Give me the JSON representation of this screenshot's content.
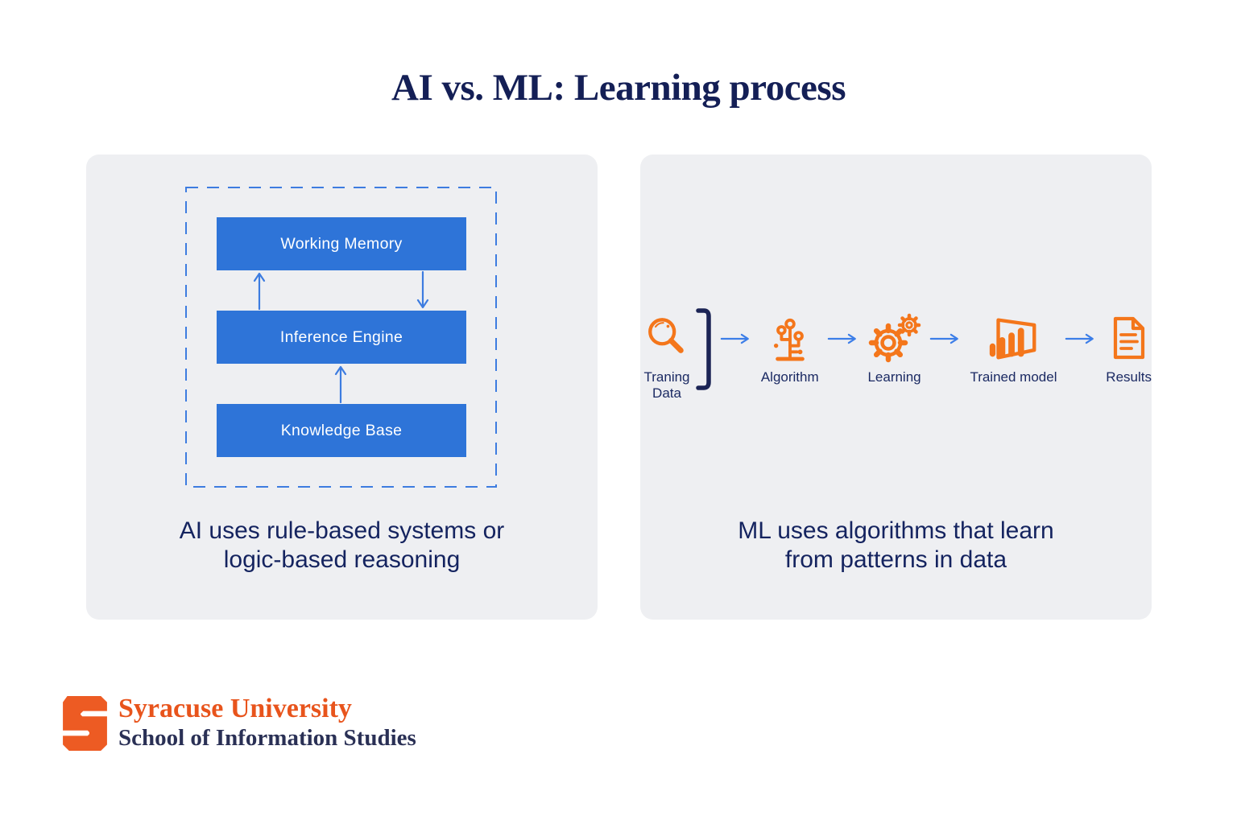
{
  "title": "AI vs. ML: Learning process",
  "left_panel": {
    "boxes": [
      {
        "label": "Working Memory"
      },
      {
        "label": "Inference Engine"
      },
      {
        "label": "Knowledge Base"
      }
    ],
    "caption_line1": "AI uses rule-based systems or",
    "caption_line2": "logic-based reasoning"
  },
  "right_panel": {
    "steps": [
      {
        "label": "Traning Data",
        "icon": "magnifier-icon"
      },
      {
        "label": "Algorithm",
        "icon": "circuit-tree-icon"
      },
      {
        "label": "Learning",
        "icon": "gears-icon"
      },
      {
        "label": "Trained model",
        "icon": "bar-chart-frame-icon"
      },
      {
        "label": "Results",
        "icon": "document-icon"
      }
    ],
    "caption_line1": "ML uses algorithms that learn",
    "caption_line2": "from patterns in data"
  },
  "footer": {
    "university": "Syracuse University",
    "school": "School of Information Studies"
  },
  "colors": {
    "navy_title": "#141f56",
    "navy_label": "#1b2a63",
    "box_blue": "#2e74d8",
    "line_blue": "#3d7ce0",
    "icon_orange": "#f4761b",
    "logo_orange": "#ed5b23",
    "panel_background": "#eeeff2"
  }
}
